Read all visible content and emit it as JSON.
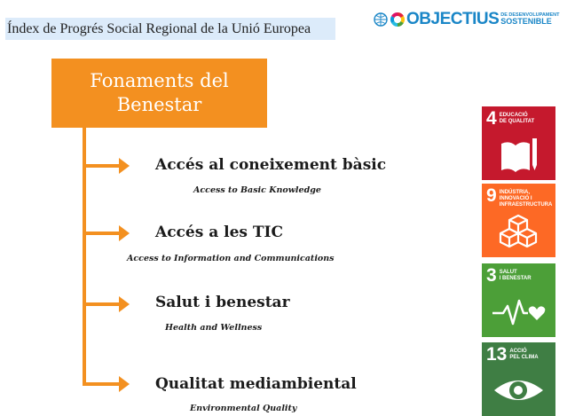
{
  "header": {
    "title": "Índex de Progrés Social Regional de la Unió Europea",
    "logo_word": "OBJECTIUS",
    "logo_sub_line1": "DE DESENVOLUPAMENT",
    "logo_sub_line2": "SOSTENIBLE"
  },
  "section": {
    "title_line1": "Fonaments del",
    "title_line2": "Benestar"
  },
  "items": [
    {
      "title": "Accés al coneixement bàsic",
      "subtitle": "Access to Basic Knowledge"
    },
    {
      "title": "Accés a les TIC",
      "subtitle": "Access to Information and Communications"
    },
    {
      "title": "Salut i benestar",
      "subtitle": "Health and Wellness"
    },
    {
      "title": "Qualitat mediambiental",
      "subtitle": "Environmental Quality"
    }
  ],
  "goals": [
    {
      "number": "4",
      "label": "EDUCACIÓ\nDE QUALITAT",
      "color": "#c5192d",
      "icon": "book-pencil-icon"
    },
    {
      "number": "9",
      "label": "INDÚSTRIA,\nINNOVACIÓ I\nINFRAESTRUCTURA",
      "color": "#fd6925",
      "icon": "cubes-icon"
    },
    {
      "number": "3",
      "label": "SALUT\nI BENESTAR",
      "color": "#4c9f38",
      "icon": "heartbeat-icon"
    },
    {
      "number": "13",
      "label": "ACCIÓ\nPEL CLIMA",
      "color": "#3f7e44",
      "icon": "eye-globe-icon"
    }
  ],
  "colors": {
    "accent": "#f39020",
    "title_bar": "#dcebfa",
    "logo_blue": "#1a86c7"
  }
}
